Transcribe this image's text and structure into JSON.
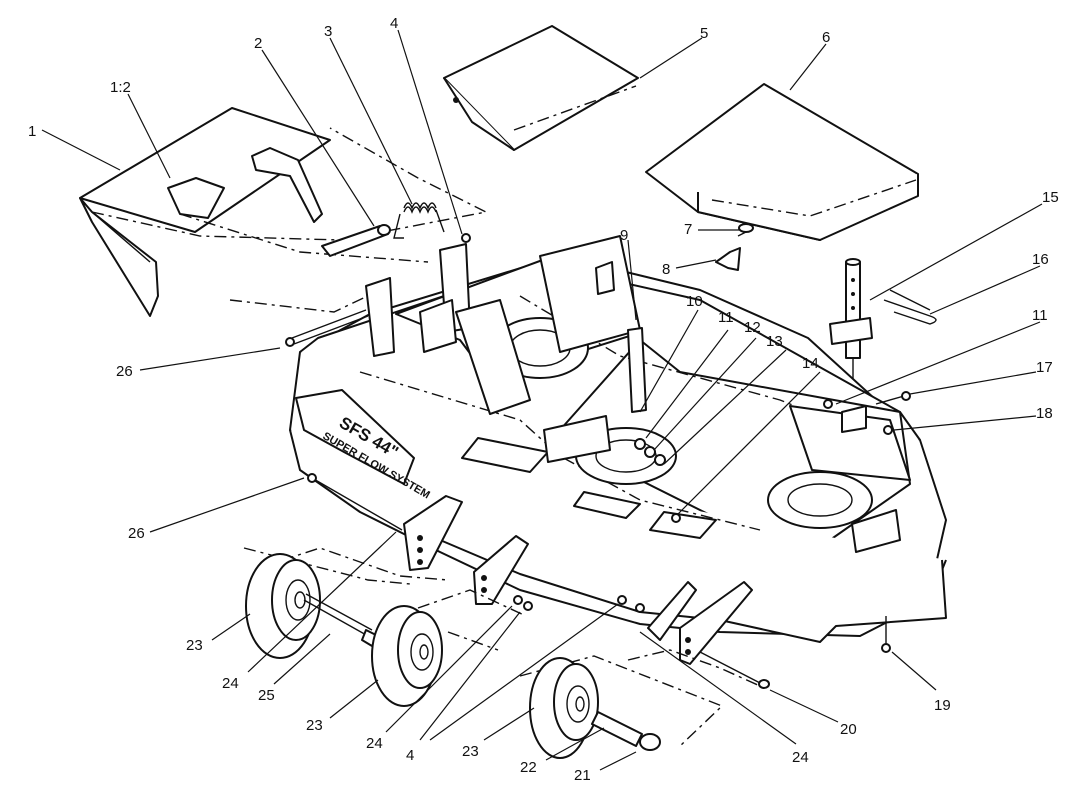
{
  "decal": {
    "line1": "SFS  44\"",
    "line2": "SUPER FLOW SYSTEM"
  },
  "callouts": [
    {
      "id": "c-1",
      "label": "1"
    },
    {
      "id": "c-1-2",
      "label": "1:2"
    },
    {
      "id": "c-2",
      "label": "2"
    },
    {
      "id": "c-3",
      "label": "3"
    },
    {
      "id": "c-4a",
      "label": "4"
    },
    {
      "id": "c-5",
      "label": "5"
    },
    {
      "id": "c-6",
      "label": "6"
    },
    {
      "id": "c-7",
      "label": "7"
    },
    {
      "id": "c-8",
      "label": "8"
    },
    {
      "id": "c-9",
      "label": "9"
    },
    {
      "id": "c-10",
      "label": "10"
    },
    {
      "id": "c-11a",
      "label": "11"
    },
    {
      "id": "c-12",
      "label": "12"
    },
    {
      "id": "c-13",
      "label": "13"
    },
    {
      "id": "c-14",
      "label": "14"
    },
    {
      "id": "c-15",
      "label": "15"
    },
    {
      "id": "c-16",
      "label": "16"
    },
    {
      "id": "c-11b",
      "label": "11"
    },
    {
      "id": "c-17",
      "label": "17"
    },
    {
      "id": "c-18",
      "label": "18"
    },
    {
      "id": "c-26a",
      "label": "26"
    },
    {
      "id": "c-26b",
      "label": "26"
    },
    {
      "id": "c-23a",
      "label": "23"
    },
    {
      "id": "c-24a",
      "label": "24"
    },
    {
      "id": "c-25",
      "label": "25"
    },
    {
      "id": "c-23b",
      "label": "23"
    },
    {
      "id": "c-24b",
      "label": "24"
    },
    {
      "id": "c-4b",
      "label": "4"
    },
    {
      "id": "c-23c",
      "label": "23"
    },
    {
      "id": "c-22",
      "label": "22"
    },
    {
      "id": "c-21",
      "label": "21"
    },
    {
      "id": "c-24c",
      "label": "24"
    },
    {
      "id": "c-20",
      "label": "20"
    },
    {
      "id": "c-19",
      "label": "19"
    }
  ]
}
